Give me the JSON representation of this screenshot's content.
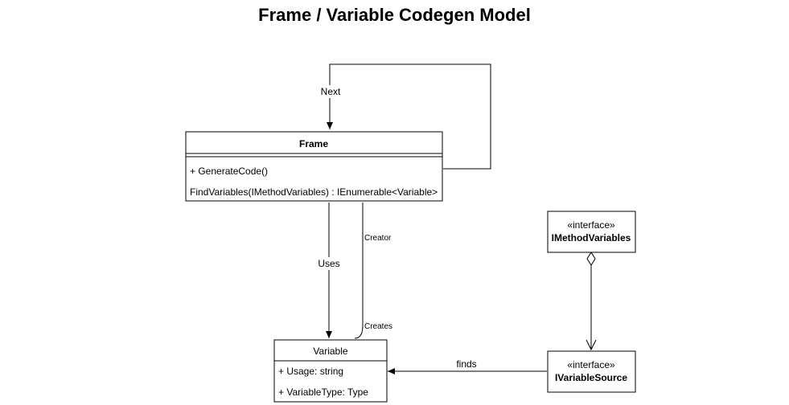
{
  "title": "Frame / Variable Codegen Model",
  "frame": {
    "name": "Frame",
    "methods": [
      "+ GenerateCode()",
      "FindVariables(IMethodVariables) : IEnumerable<Variable>"
    ]
  },
  "variable": {
    "name": "Variable",
    "attributes": [
      "+ Usage: string",
      "+ VariableType: Type"
    ]
  },
  "imethodvariables": {
    "stereotype": "«interface»",
    "name": "IMethodVariables"
  },
  "ivariablesource": {
    "stereotype": "«interface»",
    "name": "IVariableSource"
  },
  "edges": {
    "next": "Next",
    "uses": "Uses",
    "creator": "Creator",
    "creates": "Creates",
    "finds": "finds"
  }
}
